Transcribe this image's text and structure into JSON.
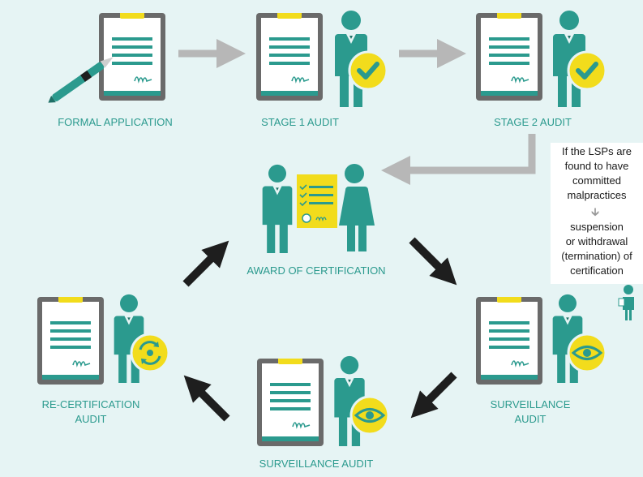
{
  "colors": {
    "background": "#e6f4f4",
    "teal": "#2b9a8e",
    "teal_light": "#3aa89a",
    "yellow": "#f2dc1c",
    "dark": "#1e1e1e",
    "gray_arrow": "#b7b7b7",
    "clipboard_frame": "#6a6a6a"
  },
  "stages": {
    "formal_application": "FORMAL APPLICATION",
    "stage1": "STAGE 1 AUDIT",
    "stage2": "STAGE 2 AUDIT",
    "award": "AWARD OF CERTIFICATION",
    "surveillance_right": [
      "SURVEILLANCE",
      "AUDIT"
    ],
    "surveillance_bottom": "SURVEILLANCE AUDIT",
    "recertification": [
      "RE-CERTIFICATION",
      "AUDIT"
    ]
  },
  "note": {
    "lines_top": [
      "If the LSPs are",
      "found to have",
      "committed",
      "malpractices"
    ],
    "lines_bottom": [
      "suspension",
      "or withdrawal",
      "(termination) of",
      "certification"
    ]
  },
  "icons": {
    "pen": "pen-icon",
    "check": "checkmark-icon",
    "eye": "eye-icon",
    "cycle": "refresh-cycle-icon",
    "certificate": "certificate-icon",
    "person": "person-icon"
  }
}
